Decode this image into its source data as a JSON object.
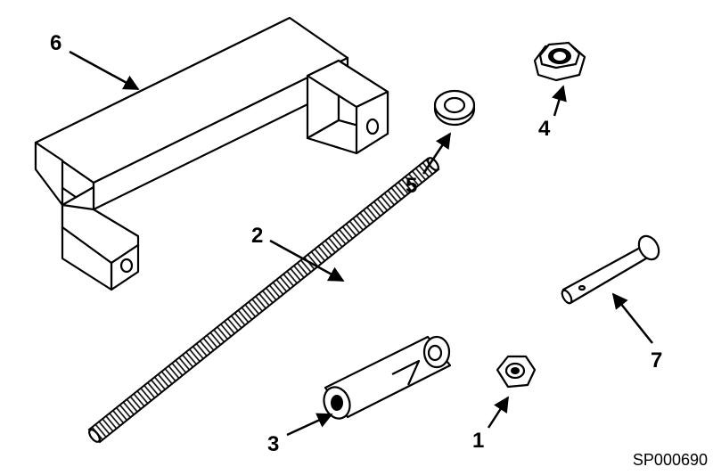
{
  "figure_code": "SP000690",
  "callouts": [
    {
      "number": "1",
      "part": "nut"
    },
    {
      "number": "2",
      "part": "threaded-rod"
    },
    {
      "number": "3",
      "part": "clevis"
    },
    {
      "number": "4",
      "part": "lock-nut"
    },
    {
      "number": "5",
      "part": "washer"
    },
    {
      "number": "6",
      "part": "bracket"
    },
    {
      "number": "7",
      "part": "clevis-pin"
    }
  ]
}
